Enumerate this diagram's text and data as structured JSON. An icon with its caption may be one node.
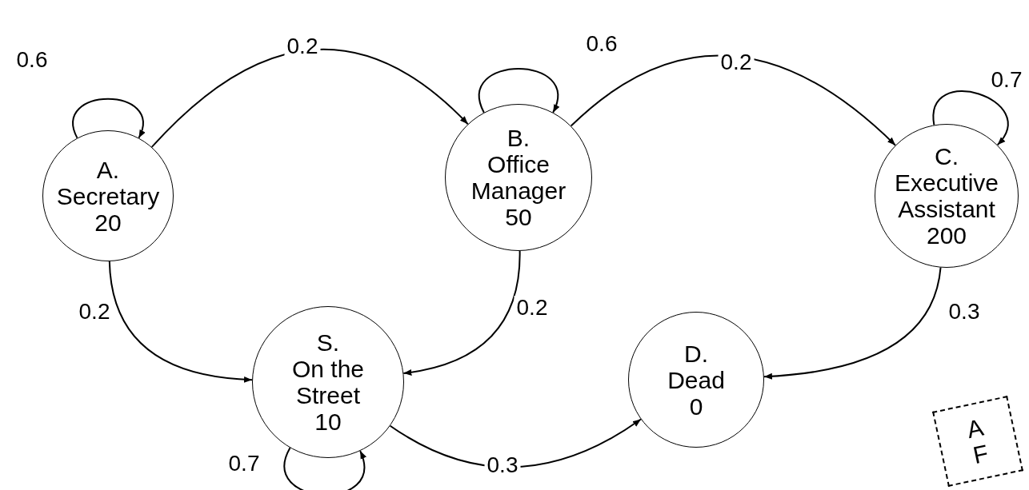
{
  "diagram": {
    "nodes": [
      {
        "text": [
          "A.",
          "Secretary",
          "20"
        ]
      },
      {
        "text": [
          "B.",
          "Office",
          "Manager",
          "50"
        ]
      },
      {
        "text": [
          "C.",
          "Executive",
          "Assistant",
          "200"
        ]
      },
      {
        "text": [
          "S.",
          "On the",
          "Street",
          "10"
        ]
      },
      {
        "text": [
          "D.",
          "Dead",
          "0"
        ]
      },
      {
        "text": [
          "A F"
        ]
      }
    ],
    "edges": [
      {
        "from": 0,
        "to": 0,
        "arrow": "to",
        "label": "0.6"
      },
      {
        "from": 0,
        "to": 1,
        "arrow": "to",
        "label": "0.2"
      },
      {
        "from": 1,
        "to": 1,
        "arrow": "to",
        "label": "0.6"
      },
      {
        "from": 1,
        "to": 2,
        "arrow": "to",
        "label": "0.2"
      },
      {
        "from": 2,
        "to": 2,
        "arrow": "to",
        "label": "0.7"
      },
      {
        "from": 0,
        "to": 3,
        "arrow": "to",
        "label": "0.2"
      },
      {
        "from": 1,
        "to": 3,
        "arrow": "to",
        "label": "0.2"
      },
      {
        "from": 2,
        "to": 4,
        "arrow": "to",
        "label": "0.3"
      },
      {
        "from": 3,
        "to": 3,
        "arrow": "to",
        "label": "0.7"
      },
      {
        "from": 3,
        "to": 4,
        "arrow": "to",
        "label": "0.3"
      }
    ]
  }
}
